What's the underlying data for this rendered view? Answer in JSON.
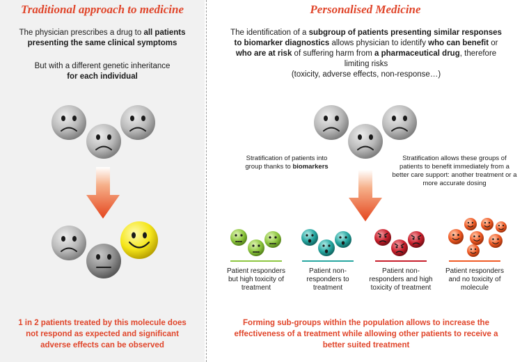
{
  "left": {
    "title": "Traditional approach to medicine",
    "intro_a": "The physician prescribes a drug to ",
    "intro_b": "all patients presenting the same clinical symptoms",
    "genetic_a": "But with a different genetic inheritance",
    "genetic_b": "for each individual",
    "conclusion": "1 in 2 patients treated by this molecule does not respond as expected and significant adverse effects can be observed"
  },
  "right": {
    "title": "Personalised Medicine",
    "p1": "The identification of a ",
    "p2": "subgroup of patients presenting similar responses to biomarker diagnostics",
    "p3": " allows physician to identify ",
    "p4": "who can benefit",
    "p5": " or ",
    "p6": "who are at risk",
    "p7": " of suffering harm from ",
    "p8": "a pharmaceutical drug",
    "p9": ", therefore limiting risks",
    "p10": "(toxicity, adverse effects, non-response…)",
    "strat_a": "Stratification of patients into group thanks to ",
    "strat_b": "biomarkers",
    "strat_right": "Stratification allows these groups of patients to benefit immediately from a better care support: another treatment or a more accurate dosing",
    "conclusion": "Forming sub-groups within the population allows to increase the effectiveness of a treatment while allowing other patients to receive a better suited treatment"
  },
  "groups": [
    {
      "label": "Patient responders but high toxicity of treatment",
      "color": "#8dc63f"
    },
    {
      "label": "Patient non-responders to treatment",
      "color": "#26a6a0"
    },
    {
      "label": "Patient non-responders and high toxicity of treatment",
      "color": "#c81e2b"
    },
    {
      "label": "Patient responders and no toxicity of molecule",
      "color": "#f05a24"
    }
  ]
}
